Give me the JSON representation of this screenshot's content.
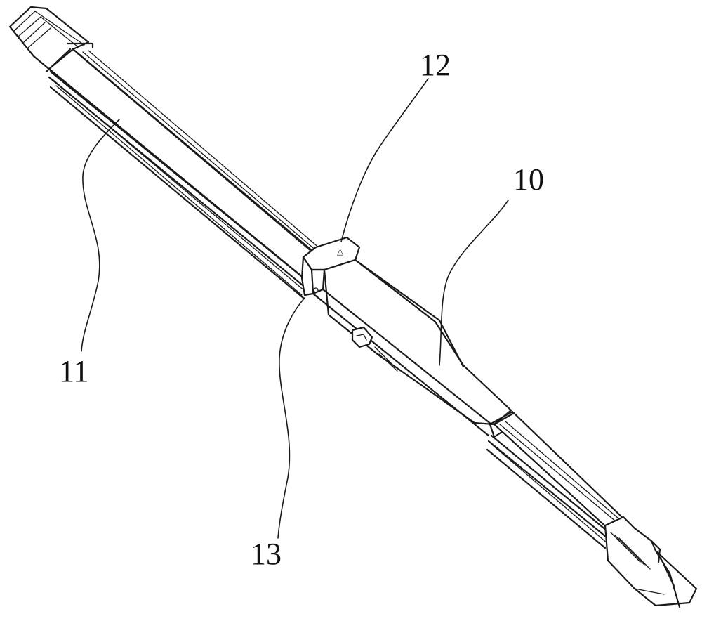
{
  "figure": {
    "labels": {
      "part_10": "10",
      "part_11": "11",
      "part_12": "12",
      "part_13": "13"
    },
    "connector_mark": "△",
    "colors": {
      "ink": "#1a1a1a",
      "background": "#ffffff"
    }
  }
}
